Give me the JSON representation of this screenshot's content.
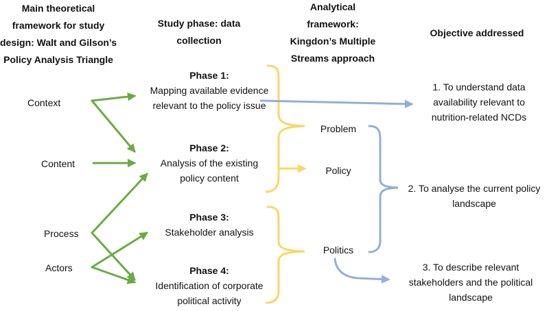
{
  "headers": {
    "col1": [
      "Main theoretical",
      "framework for study",
      "design: Walt and Gilson’s",
      "Policy Analysis Triangle"
    ],
    "col2": [
      "Study phase: data",
      "collection"
    ],
    "col3": [
      "Analytical",
      "framework:",
      "Kingdon’s Multiple",
      "Streams approach"
    ],
    "col4": [
      "Objective addressed"
    ]
  },
  "triangle": [
    "Context",
    "Content",
    "Process",
    "Actors"
  ],
  "phases": [
    {
      "title": "Phase 1:",
      "lines": [
        "Mapping available evidence",
        "relevant to the policy issue"
      ]
    },
    {
      "title": "Phase 2:",
      "lines": [
        "Analysis of the existing",
        "policy content"
      ]
    },
    {
      "title": "Phase 3:",
      "lines": [
        "Stakeholder analysis"
      ]
    },
    {
      "title": "Phase 4:",
      "lines": [
        "Identification of corporate",
        "political activity"
      ]
    }
  ],
  "streams": [
    "Problem",
    "Policy",
    "Politics"
  ],
  "objectives": [
    [
      "1. To understand data",
      "availability relevant to",
      "nutrition-related NCDs"
    ],
    [
      "2. To analyse the current policy",
      "landscape"
    ],
    [
      "3. To describe relevant",
      "stakeholders and the political",
      "landscape"
    ]
  ],
  "colors": {
    "green_arrow": "#6aab44",
    "yellow_brace": "#fcd666",
    "blue_arrow": "#93aedc",
    "text": "#111111"
  }
}
